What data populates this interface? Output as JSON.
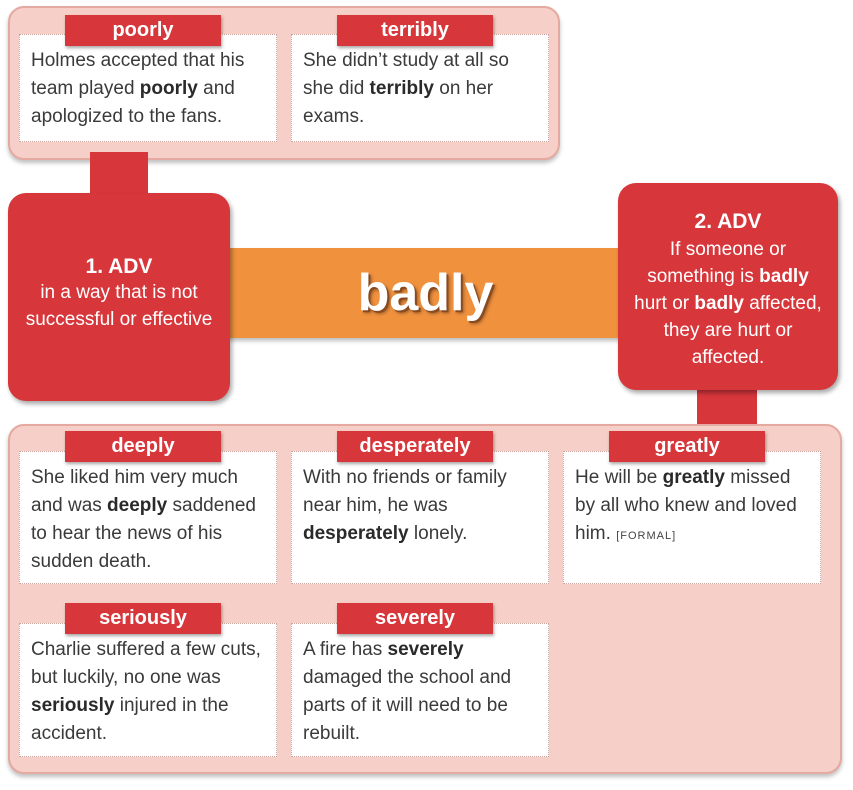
{
  "headword": "badly",
  "sense1": {
    "label": "1. ADV",
    "definition": "in a way that is not successful or effective"
  },
  "sense2": {
    "label": "2. ADV",
    "def_1": "If someone or",
    "def_2a": "something is ",
    "def_2b": "badly",
    "def_3a": "hurt or ",
    "def_3b": "badly",
    "def_3c": " affected,",
    "def_4": "they are hurt or",
    "def_5": "affected."
  },
  "sense1_synonyms": [
    {
      "word": "poorly",
      "ex_a": "Holmes accepted that his team played ",
      "ex_b": "poorly",
      "ex_c": " and apologized to the fans."
    },
    {
      "word": "terribly",
      "ex_a": "She didn’t study at all so she did ",
      "ex_b": "terribly",
      "ex_c": " on her exams."
    }
  ],
  "sense2_synonyms": [
    {
      "word": "deeply",
      "ex_a": "She liked him very much and was ",
      "ex_b": "deeply",
      "ex_c": " saddened to hear the news of his sudden death."
    },
    {
      "word": "desperately",
      "ex_a": "With no friends or family near him, he was ",
      "ex_b": "desperately",
      "ex_c": " lonely."
    },
    {
      "word": "greatly",
      "ex_a": "He will be ",
      "ex_b": "greatly",
      "ex_c": " missed by all who knew and loved him. ",
      "register": "[FORMAL]"
    },
    {
      "word": "seriously",
      "ex_a": "Charlie suffered a few cuts, but luckily, no one was ",
      "ex_b": "seriously",
      "ex_c": " injured in the accident."
    },
    {
      "word": "severely",
      "ex_a": "A fire has ",
      "ex_b": "severely",
      "ex_c": " damaged the school and parts of it will need to be rebuilt."
    }
  ],
  "colors": {
    "red": "#d7373b",
    "orange": "#f0913e",
    "panel": "#f6cfc9"
  }
}
